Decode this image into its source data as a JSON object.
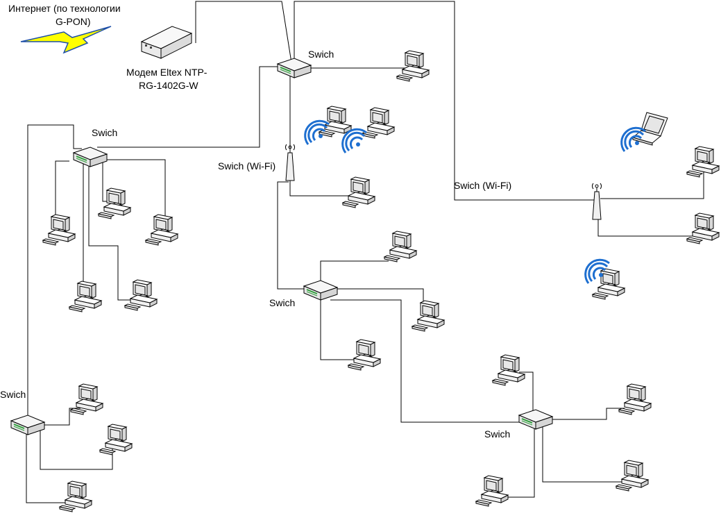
{
  "labels": {
    "internet": [
      "Интернет (по технологии",
      "G-PON)"
    ],
    "modem": [
      "Модем Eltex NTP-",
      "RG-1402G-W"
    ],
    "switch_top": "Swich",
    "switch_left": "Swich",
    "wifi_center": "Swich (Wi-Fi)",
    "wifi_right": "Swich (Wi-Fi)",
    "switch_middle": "Swich",
    "switch_bottom_left": "Swich",
    "switch_bottom_right": "Swich"
  },
  "icons": {
    "modem": "modem-icon",
    "switch": "switch-icon",
    "wifi_ap": "wifi-access-point-icon",
    "computer": "desktop-computer-icon",
    "laptop": "laptop-icon",
    "wireless": "wireless-signal-icon",
    "lightning": "lightning-bolt-icon"
  },
  "colors": {
    "line": "#000000",
    "lightning_fill": "#ffff00",
    "lightning_stroke": "#1c4ea8",
    "wifi_blue": "#1e6fd0",
    "switch_led": "#2e9e3a"
  }
}
